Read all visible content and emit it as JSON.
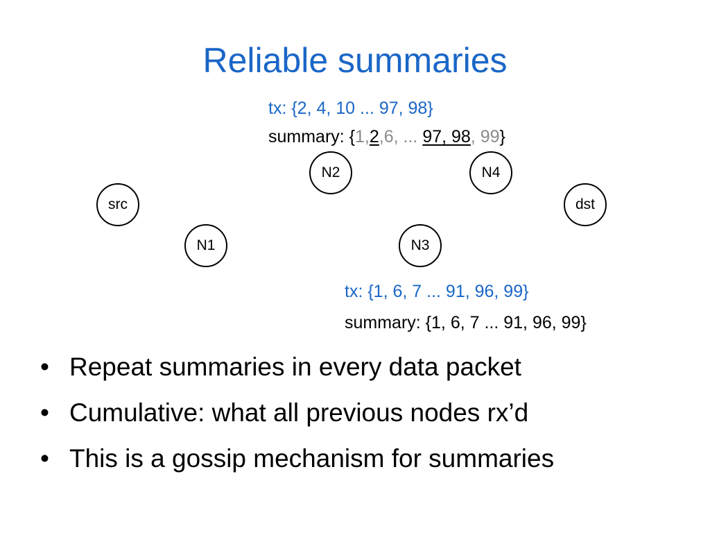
{
  "title": "Reliable summaries",
  "top_annotation": {
    "tx_label": "tx: {2, 4, 10 ... 97, 98}",
    "summary_prefix": "summary: {",
    "summary_1": "1,",
    "summary_2": "2",
    "summary_sep": ",6, ... ",
    "summary_97_98": "97, 98",
    "summary_99": ", 99",
    "summary_close": "}"
  },
  "bottom_annotation": {
    "tx_label": "tx: {1, 6, 7 ... 91, 96, 99}",
    "summary_label": "summary: {1, 6, 7 ... 91, 96, 99}"
  },
  "nodes": {
    "src": "src",
    "n1": "N1",
    "n2": "N2",
    "n3": "N3",
    "n4": "N4",
    "dst": "dst"
  },
  "bullets": [
    "Repeat summaries in every data packet",
    "Cumulative: what all previous nodes rx’d",
    "This is a gossip mechanism for summaries"
  ],
  "colors": {
    "title": "#1a66c7",
    "tx_text": "#1a66c7",
    "summary_gray": "#8a8a8a"
  }
}
